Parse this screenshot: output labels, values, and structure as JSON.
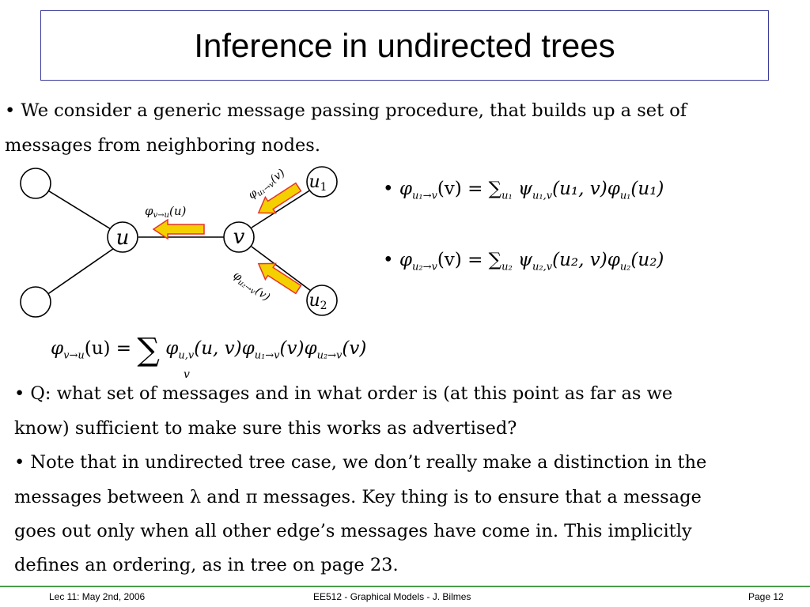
{
  "slide": {
    "title": "Inference in undirected trees"
  },
  "bullets": {
    "b1_line1": "• We consider a generic message passing procedure, that builds up a set of",
    "b1_line2": "messages from neighboring nodes.",
    "q_line1": "• Q: what set of messages and in what order is (at this point as far as we",
    "q_line2": "know) sufficient to make sure this works as advertised?",
    "note_line1": "• Note that in undirected tree case, we don’t really make a distinction in the",
    "note_line2": "messages between λ and π messages. Key thing is to ensure that a message",
    "note_line3": "goes out only when all other edge’s messages have come in. This implicitly",
    "note_line4": "defines an ordering, as in tree on page 23."
  },
  "diagram": {
    "node_u": "u",
    "node_v": "v",
    "node_u1": "u",
    "node_u1_sub": "1",
    "node_u2": "u",
    "node_u2_sub": "2",
    "msg_v_to_u": "φ",
    "msg_v_to_u_sub": "v→u",
    "msg_v_to_u_arg": "(u)",
    "msg_u1_to_v": "φ",
    "msg_u1_to_v_sub": "u₁→v",
    "msg_u1_to_v_arg": "(v)",
    "msg_u2_to_v": "φ",
    "msg_u2_to_v_sub": "u₂→v",
    "msg_u2_to_v_arg": "(v)",
    "arrow_color": "#f5d000",
    "arrow_outline": "#e8312a"
  },
  "equations": {
    "eq1_bullet": "•",
    "eq1_lhs": "φ",
    "eq1_lhs_sub": "u₁→v",
    "eq1_lhs_arg": "(v) =",
    "eq1_sum_sub": "u₁",
    "eq1_rhs": "ψ",
    "eq1_rhs_sub": "u₁,v",
    "eq1_rhs_arg": "(u₁, v)φ",
    "eq1_rhs_sub2": "u₁",
    "eq1_rhs_arg2": "(u₁)",
    "eq2_bullet": "•",
    "eq2_lhs": "φ",
    "eq2_lhs_sub": "u₂→v",
    "eq2_lhs_arg": "(v) =",
    "eq2_sum_sub": "u₂",
    "eq2_rhs": "ψ",
    "eq2_rhs_sub": "u₂,v",
    "eq2_rhs_arg": "(u₂, v)φ",
    "eq2_rhs_sub2": "u₂",
    "eq2_rhs_arg2": "(u₂)",
    "eq3_lhs": "φ",
    "eq3_lhs_sub": "v→u",
    "eq3_lhs_arg": "(u) =",
    "eq3_sum": "∑",
    "eq3_sum_sub": "v",
    "eq3_rhs1": "φ",
    "eq3_rhs1_sub": "u,v",
    "eq3_rhs1_arg": "(u, v)φ",
    "eq3_rhs2_sub": "u₁→v",
    "eq3_rhs2_arg": "(v)φ",
    "eq3_rhs3_sub": "u₂→v",
    "eq3_rhs3_arg": "(v)"
  },
  "footer": {
    "left": "Lec 11: May 2nd, 2006",
    "center": "EE512 - Graphical Models - J. Bilmes",
    "right": "Page 12",
    "rule_color": "#4a9a4a"
  }
}
